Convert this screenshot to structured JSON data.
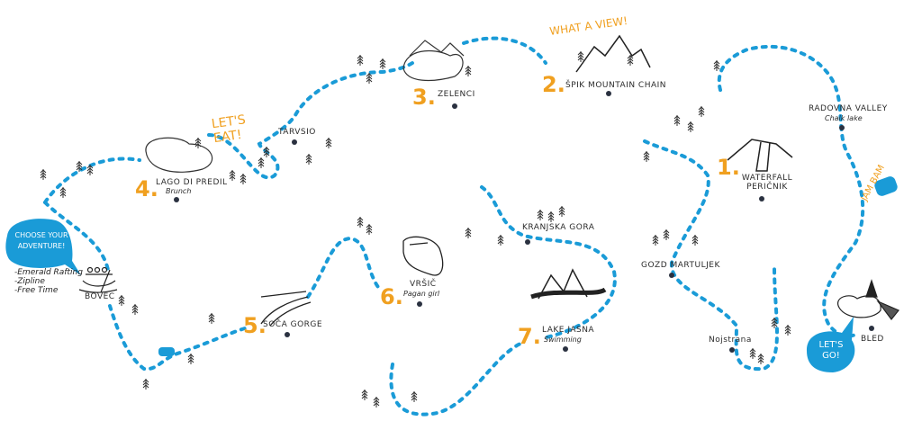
{
  "colors": {
    "route": "#1a9bd7",
    "accent": "#f0a020",
    "ink": "#2b2b2b"
  },
  "bubbles": {
    "choose": "CHOOSE YOUR ADVENTURE!",
    "lets_go": "LET'S GO!"
  },
  "activities": [
    "-Emerald Rafting",
    "-Zipline",
    "-Free Time"
  ],
  "exclamations": {
    "what_a_view": "WHAT A VIEW!",
    "lets_eat": "LET'S EAT!",
    "jam_bam": "JAM BAM"
  },
  "stops": [
    {
      "number": "1.",
      "name": "WATERFALL PERIČNIK",
      "note": ""
    },
    {
      "number": "2.",
      "name": "ŠPIK MOUNTAIN CHAIN",
      "note": ""
    },
    {
      "number": "3.",
      "name": "ZELENCI",
      "note": ""
    },
    {
      "number": "4.",
      "name": "LAGO DI PREDIL",
      "note": "Brunch"
    },
    {
      "number": "5.",
      "name": "SOČA GORGE",
      "note": ""
    },
    {
      "number": "6.",
      "name": "VRŠIČ",
      "note": "Pagan girl"
    },
    {
      "number": "7.",
      "name": "LAKE JASNA",
      "note": "Swimming"
    }
  ],
  "places": {
    "bovec": "BOVEC",
    "tarvisio": "TARVSIO",
    "kranjska": "KRANJSKA GORA",
    "gozd": "GOZD MARTULJEK",
    "nojstrana": "Nojstrana",
    "radovna": "RADOVNA VALLEY",
    "radovna_note": "Chalk lake",
    "bled": "BLED"
  }
}
